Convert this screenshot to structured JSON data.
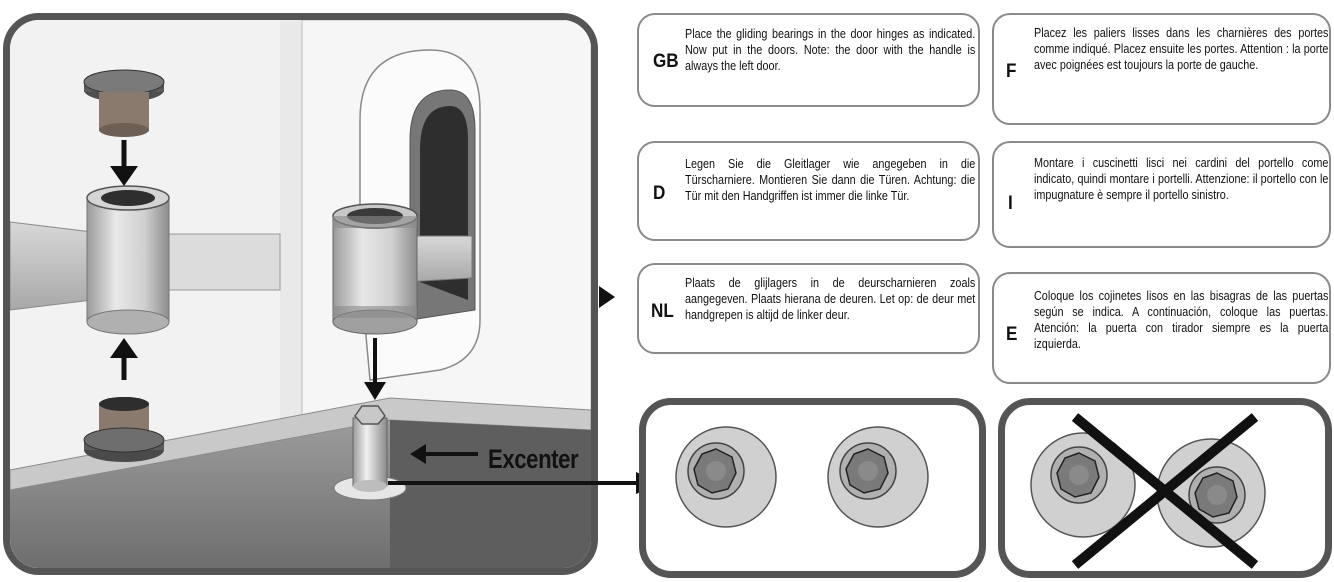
{
  "callout_label": "Excenter",
  "languages": [
    {
      "code": "GB",
      "text": "Place the gliding bearings in the door hinges as indicated. Now put in the doors. Note: the door with the handle is always the left door."
    },
    {
      "code": "D",
      "text": "Legen Sie die Gleitlager wie angegeben in die Türscharniere. Montieren Sie dann die Türen. Achtung: die Tür mit den Handgriffen ist immer die linke Tür."
    },
    {
      "code": "NL",
      "text": "Plaats de glijlagers in de deurscharnieren zoals aangegeven. Plaats hierana de deuren. Let op: de deur met handgrepen is altijd de linker deur."
    },
    {
      "code": "F",
      "text": "Placez les paliers lisses dans les charnières des portes comme indiqué. Placez ensuite les portes. Attention : la porte avec poignées est toujours la porte de gauche."
    },
    {
      "code": "I",
      "text": "Montare i cuscinetti lisci nei cardini del portello come indicato, quindi montare i portelli. Attenzione: il portello con le impugnature è sempre il portello sinistro."
    },
    {
      "code": "E",
      "text": "Coloque los cojinetes lisos en las bisagras de las puertas según se indica. A continuación, coloque las puertas. Atención: la puerta con tirador siempre es la puerta izquierda."
    }
  ],
  "colors": {
    "panel_border": "#555555",
    "box_border": "#8a8a8a",
    "part_gray": "#b8b8b8",
    "bearing_dark": "#6a6a6a",
    "bearing_brown": "#8a7a6e"
  }
}
